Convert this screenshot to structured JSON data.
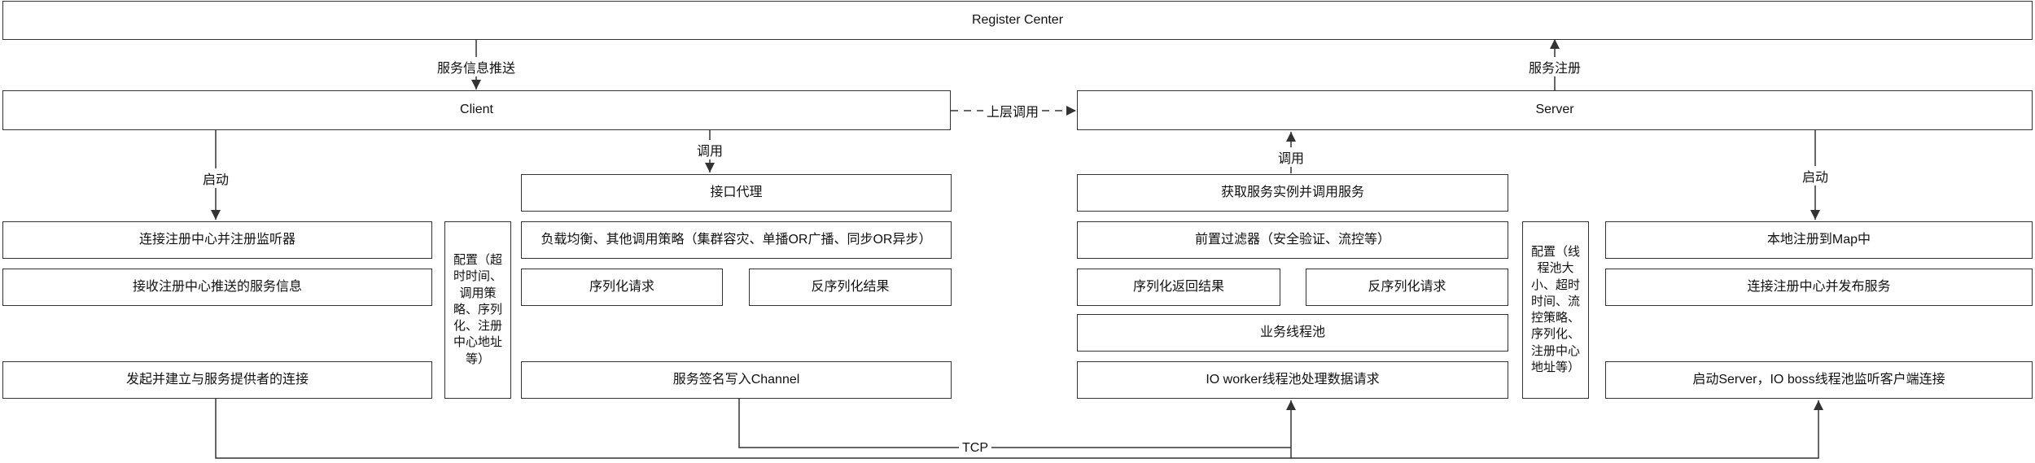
{
  "colors": {
    "stroke": "#333333",
    "text": "#111111",
    "background": "#ffffff"
  },
  "nodes": {
    "register_center": "Register Center",
    "client": "Client",
    "server": "Server",
    "c_interface_proxy": "接口代理",
    "c_connect_registry": "连接注册中心并注册监听器",
    "c_receive_info": "接收注册中心推送的服务信息",
    "c_initiate_connection": "发起并建立与服务提供者的连接",
    "c_config": "配置（超时时间、调用策略、序列化、注册中心地址等）",
    "c_load_balance": "负载均衡、其他调用策略（集群容灾、单播OR广播、同步OR异步）",
    "c_serialize_request": "序列化请求",
    "c_deserialize_result": "反序列化结果",
    "c_write_channel": "服务签名写入Channel",
    "s_get_instance": "获取服务实例并调用服务",
    "s_pre_filter": "前置过滤器（安全验证、流控等）",
    "s_serialize_result": "序列化返回结果",
    "s_deserialize_request": "反序列化请求",
    "s_biz_pool": "业务线程池",
    "s_io_worker": "IO worker线程池处理数据请求",
    "s_config": "配置（线程池大小、超时时间、流控策略、序列化、注册中心地址等）",
    "s_register_map": "本地注册到Map中",
    "s_connect_publish": "连接注册中心并发布服务",
    "s_start_server": "启动Server，IO boss线程池监听客户端连接"
  },
  "edge_labels": {
    "push_info": "服务信息推送",
    "service_register": "服务注册",
    "upper_call": "上层调用",
    "client_start": "启动",
    "client_call": "调用",
    "server_call": "调用",
    "server_start": "启动",
    "tcp": "TCP"
  }
}
